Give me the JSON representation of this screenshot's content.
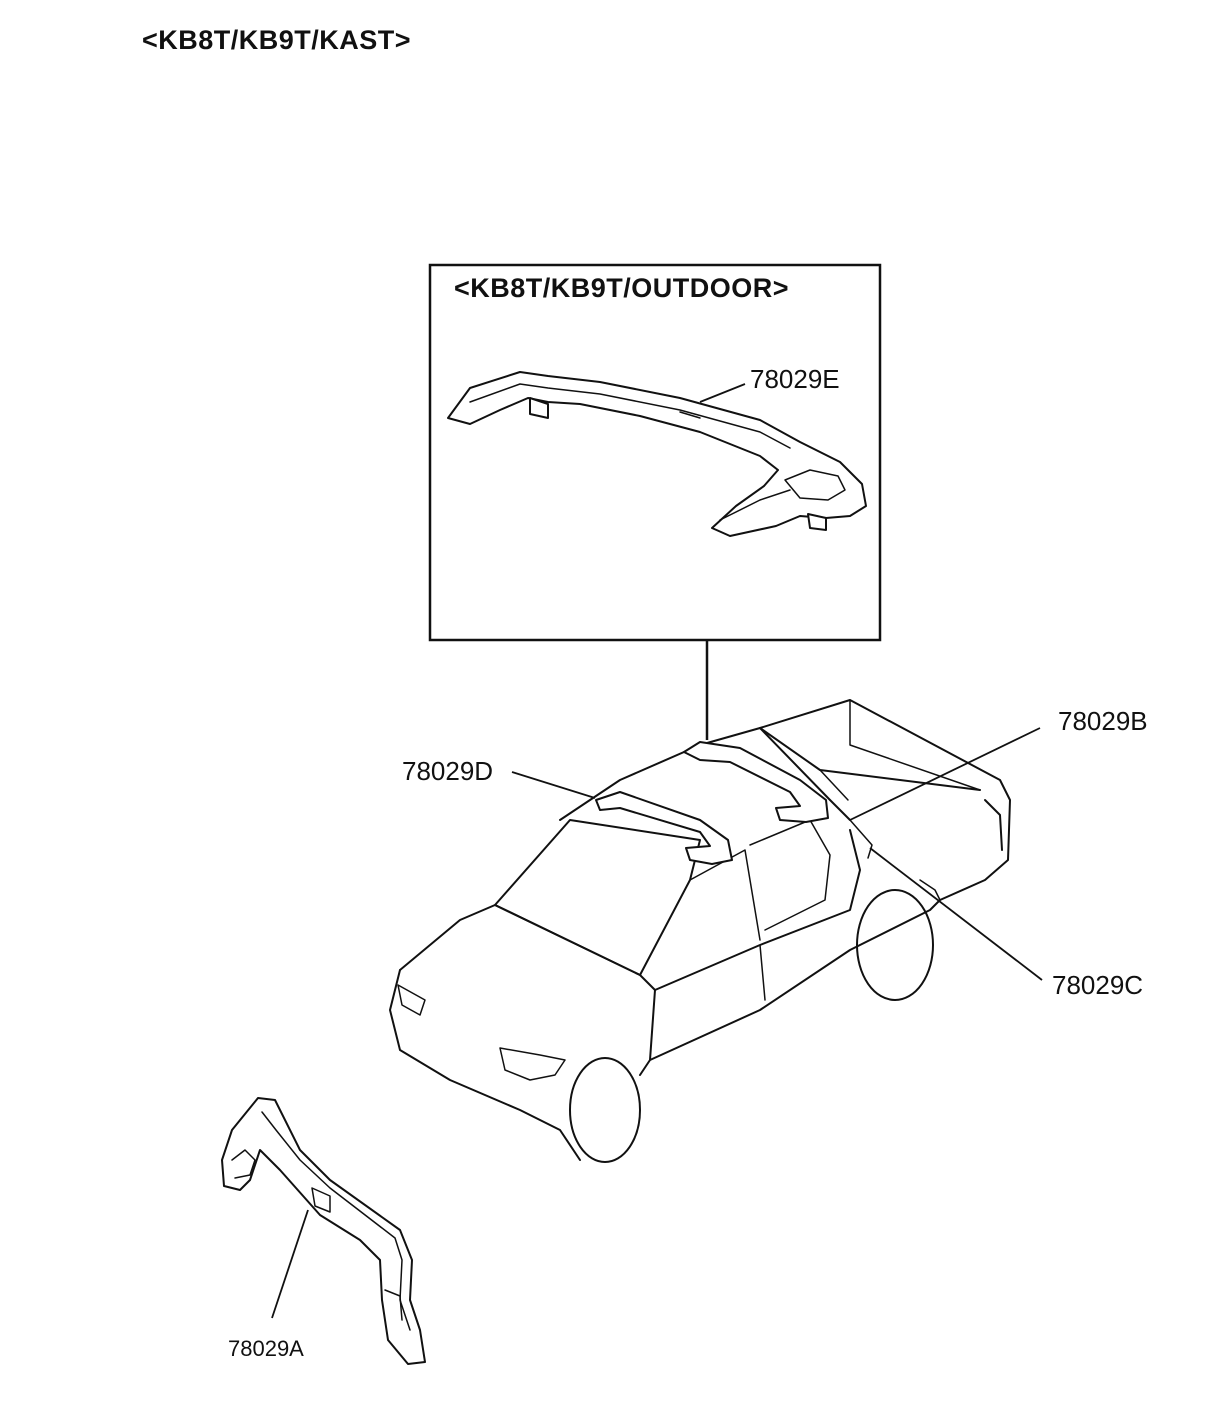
{
  "header": {
    "title": "<KB8T/KB9T/KAST>"
  },
  "inset": {
    "title": "<KB8T/KB9T/OUTDOOR>"
  },
  "parts": {
    "e": "78029E",
    "b": "78029B",
    "d": "78029D",
    "c": "78029C",
    "a": "78029A"
  }
}
